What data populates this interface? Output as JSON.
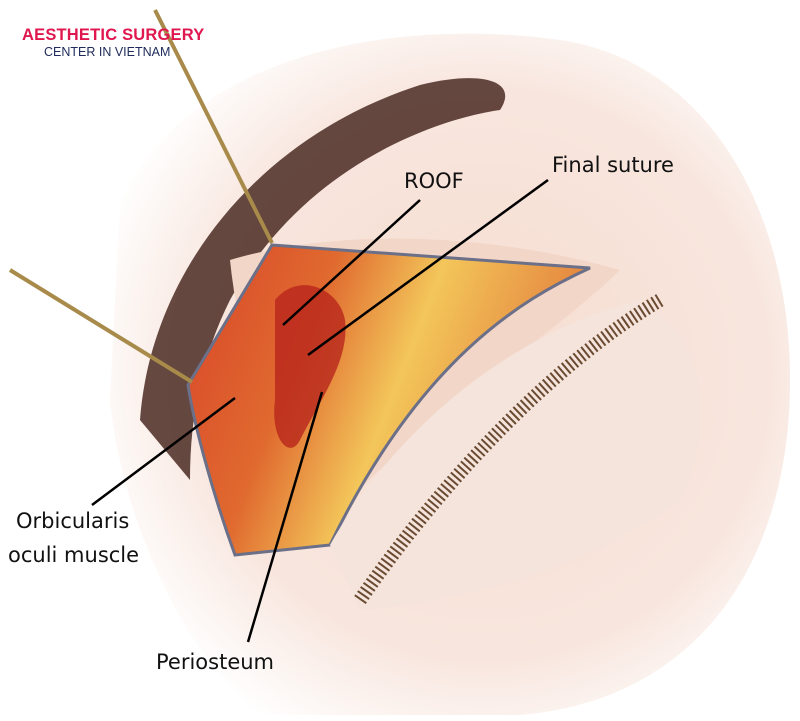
{
  "logo": {
    "line1": "AESTHETIC SURGERY",
    "line2": "CENTER IN VIETNAM",
    "color_primary": "#e0174f",
    "color_secondary": "#1d2a5a"
  },
  "labels": {
    "roof": "ROOF",
    "final_suture": "Final suture",
    "orbicularis_line1": "Orbicularis",
    "orbicularis_line2": "oculi muscle",
    "periosteum": "Periosteum"
  }
}
